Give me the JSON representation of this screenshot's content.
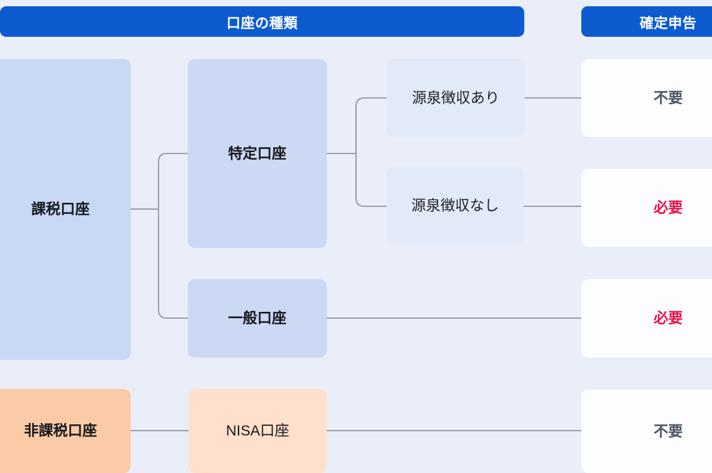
{
  "headers": {
    "account_type": "口座の種類",
    "tax_filing": "確定申告"
  },
  "nodes": {
    "taxable": "課税口座",
    "tokutei": "特定口座",
    "ippan": "一般口座",
    "with_withholding": "源泉徴収あり",
    "without_withholding": "源泉徴収なし",
    "nontaxable": "非課税口座",
    "nisa": "NISA口座"
  },
  "results": {
    "with_withholding": "不要",
    "without_withholding": "必要",
    "ippan": "必要",
    "nisa": "不要"
  },
  "colors": {
    "header_blue": "#0e5bd0",
    "background": "#eaeef8",
    "node_blue": "#c9d8f4",
    "node_blue_light": "#e3eaf7",
    "node_orange": "#fbcba8",
    "node_orange_light": "#fee0cc",
    "result_card": "#fdfdff",
    "text_required": "#e8134b",
    "text_not_required": "#4e5566",
    "connector": "#9aa3b3"
  },
  "chart_data": {
    "type": "table",
    "title": "口座の種類と確定申告",
    "categories": [
      "口座の種類",
      "確定申告"
    ],
    "rows": [
      {
        "path": [
          "課税口座",
          "特定口座",
          "源泉徴収あり"
        ],
        "result": "不要"
      },
      {
        "path": [
          "課税口座",
          "特定口座",
          "源泉徴収なし"
        ],
        "result": "必要"
      },
      {
        "path": [
          "課税口座",
          "一般口座"
        ],
        "result": "必要"
      },
      {
        "path": [
          "非課税口座",
          "NISA口座"
        ],
        "result": "不要"
      }
    ]
  }
}
